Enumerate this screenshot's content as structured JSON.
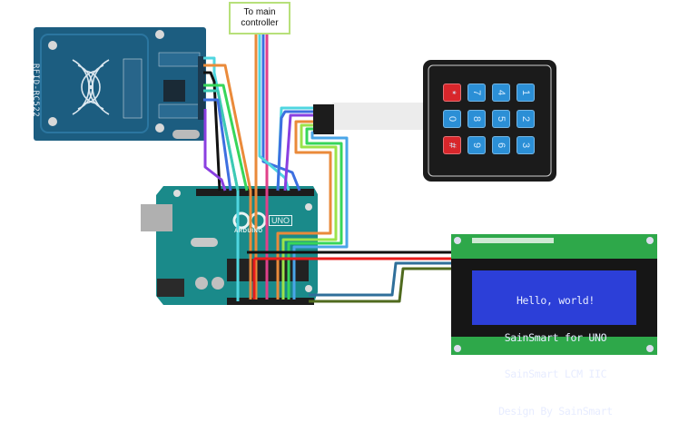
{
  "diagram": {
    "title_label": {
      "line1": "To main",
      "line2": "controller"
    },
    "components": {
      "rfid": {
        "name": "RFID-RC522 module",
        "silkscreen": "RFID-RC522",
        "board_color": "#1c5d80"
      },
      "keypad": {
        "name": "3x4 membrane keypad",
        "rows": [
          [
            "*",
            "7",
            "4",
            "1"
          ],
          [
            "0",
            "8",
            "5",
            "2"
          ],
          [
            "#",
            "9",
            "6",
            "3"
          ]
        ],
        "key_colors": {
          "number": "#2b8fd6",
          "special": "#d8262b",
          "body": "#1b1b1b"
        }
      },
      "arduino": {
        "name": "Arduino UNO",
        "logo_text": "ARDUINO",
        "model_text": "UNO",
        "board_color": "#1a8a8a"
      },
      "lcd": {
        "name": "20x4 I2C LCD",
        "lines": [
          "Hello, world!",
          "SainSmart for UNO",
          "SainSmart LCM IIC",
          "Design By SainSmart"
        ],
        "screen_color": "#2c3fd8",
        "pcb_color": "#2ea84a"
      }
    },
    "wire_colors": {
      "cyan": "#4fd6e0",
      "orange": "#ea8a3a",
      "black": "#111111",
      "green": "#37d65a",
      "lime": "#9be34a",
      "teal": "#3ec9b4",
      "blue": "#3d6fe0",
      "purple": "#8a3fe0",
      "magenta": "#e0408a",
      "red": "#e81c1c",
      "steel": "#2f6f9a",
      "olive": "#4f6a1e",
      "sky": "#4aa6e8"
    }
  }
}
